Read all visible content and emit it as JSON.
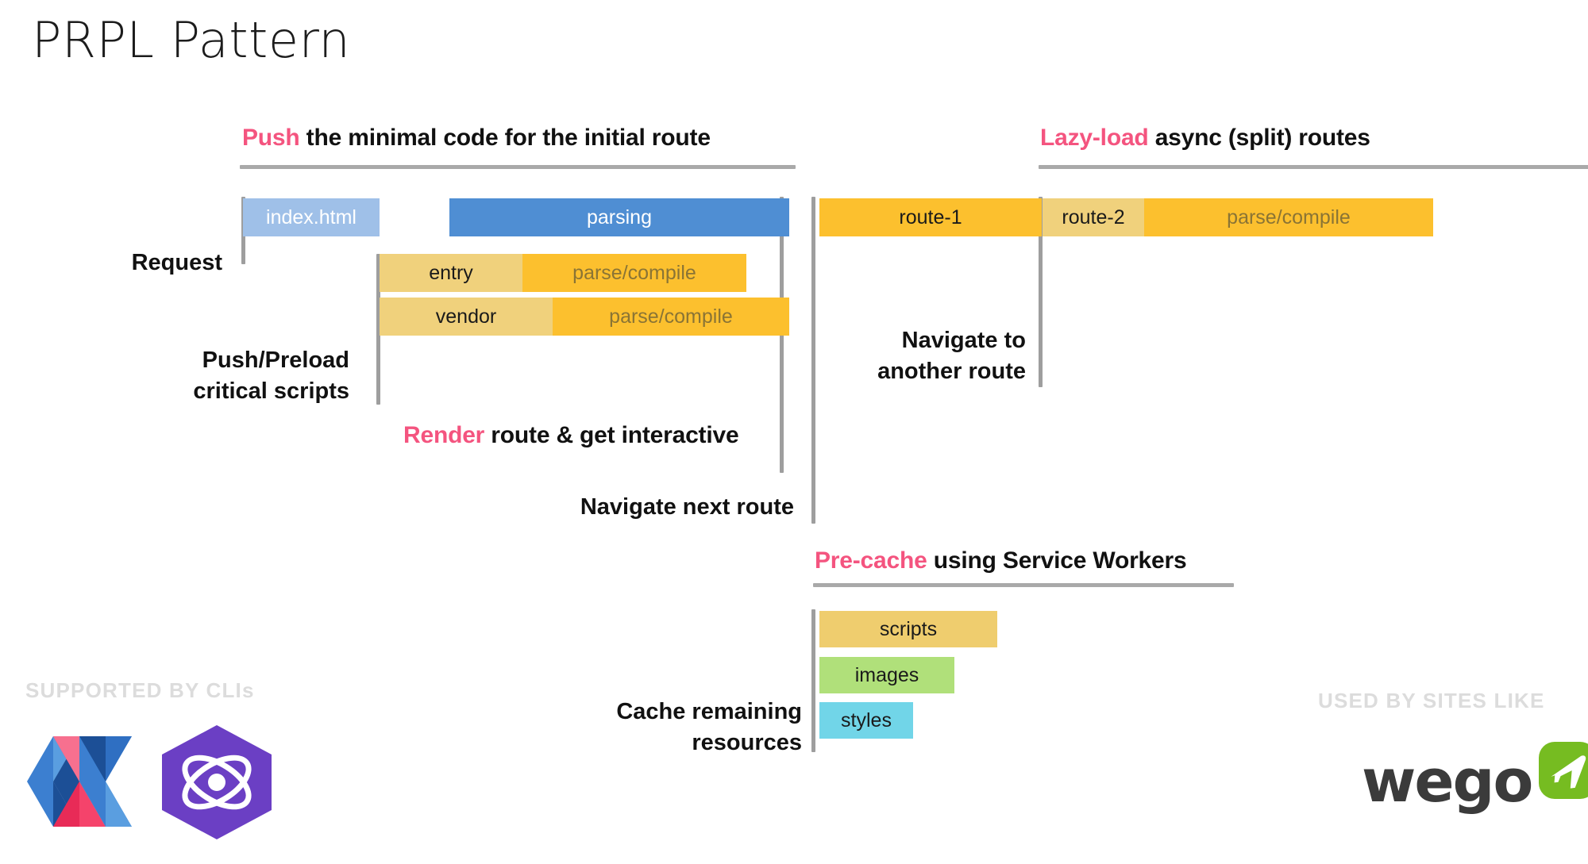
{
  "slide": {
    "title": "PRPL Pattern"
  },
  "sections": {
    "push": {
      "keyword": "Push",
      "rest": " the minimal code for the initial route"
    },
    "lazy": {
      "keyword": "Lazy-load",
      "rest": " async (split) routes"
    },
    "render": {
      "keyword": "Render",
      "rest": " route & get interactive"
    },
    "precache": {
      "keyword": "Pre-cache",
      "rest": " using Service Workers"
    }
  },
  "labels": {
    "request": "Request",
    "push_preload": "Push/Preload\ncritical scripts",
    "navigate_next": "Navigate next route",
    "navigate_another": "Navigate to\nanother route",
    "cache_remaining": "Cache remaining\nresources"
  },
  "bars": {
    "index_html": "index.html",
    "parsing": "parsing",
    "entry": "entry",
    "entry_parse": "parse/compile",
    "vendor": "vendor",
    "vendor_parse": "parse/compile",
    "route1": "route-1",
    "route2": "route-2",
    "route2_parse": "parse/compile",
    "scripts": "scripts",
    "images": "images",
    "styles": "styles"
  },
  "footer": {
    "supported_by": "SUPPORTED BY CLIs",
    "used_by": "USED BY SITES LIKE",
    "wego_name": "wego"
  },
  "colors": {
    "accent_pink": "#f4547f",
    "index_html": "#9fc0e8",
    "parsing": "#4f8ed3",
    "bar_light_yellow": "#f0d17c",
    "bar_orange": "#fcc02e",
    "scripts": "#efcd6e",
    "images": "#b0e07a",
    "styles": "#71d5e8",
    "rail_gray": "#9e9e9e",
    "strap_gray": "#dcdcdc",
    "polymer_blue": "#3c7fd0",
    "polymer_pink": "#f5436b",
    "hex_purple": "#6b3fc4",
    "wego_green": "#76bc21",
    "wego_dark": "#3b3b3b"
  }
}
